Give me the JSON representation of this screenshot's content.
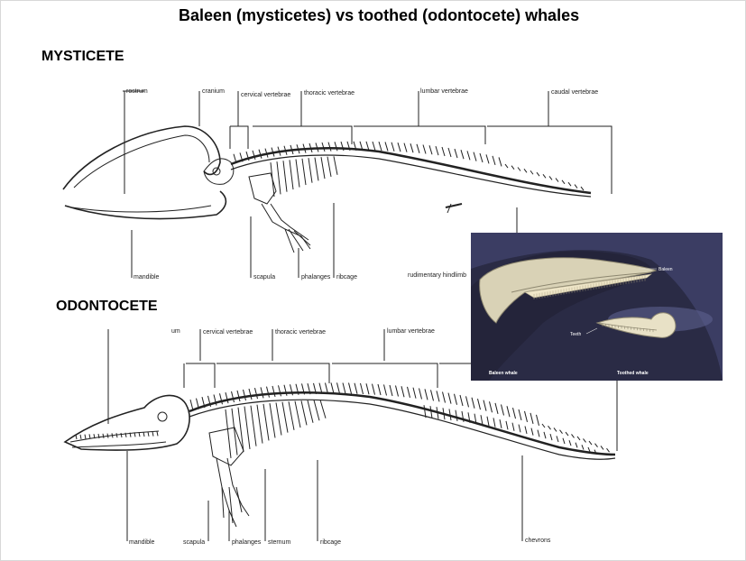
{
  "title": "Baleen (mysticetes) vs toothed (odontocete) whales",
  "mysticete": {
    "heading": "MYSTICETE",
    "labels": {
      "rostrum": "rostrum",
      "cranium": "cranium",
      "cervical": "cervical vertebrae",
      "thoracic": "thoracic vertebrae",
      "lumbar": "lumbar vertebrae",
      "caudal": "caudal vertebrae",
      "mandible": "mandible",
      "scapula": "scapula",
      "phalanges": "phalanges",
      "ribcage": "ribcage",
      "hindlimb": "rudimentary hindlimb"
    }
  },
  "odontocete": {
    "heading": "ODONTOCETE",
    "labels": {
      "rostrum_partial": "um",
      "cervical": "cervical vertebrae",
      "thoracic": "thoracic vertebrae",
      "lumbar": "lumbar vertebrae",
      "mandible": "mandible",
      "scapula": "scapula",
      "phalanges": "phalanges",
      "sternum": "sternum",
      "ribcage": "ribcage",
      "chevrons": "chevrons"
    }
  },
  "inset": {
    "baleen_label": "Baleen",
    "teeth_label": "Teeth",
    "baleen_whale": "Baleen whale",
    "toothed_whale": "Toothed whale",
    "colors": {
      "bg": "#3b3d63",
      "bone": "#d9d2b6",
      "body": "#24243a",
      "sea": "#5d6090"
    }
  }
}
